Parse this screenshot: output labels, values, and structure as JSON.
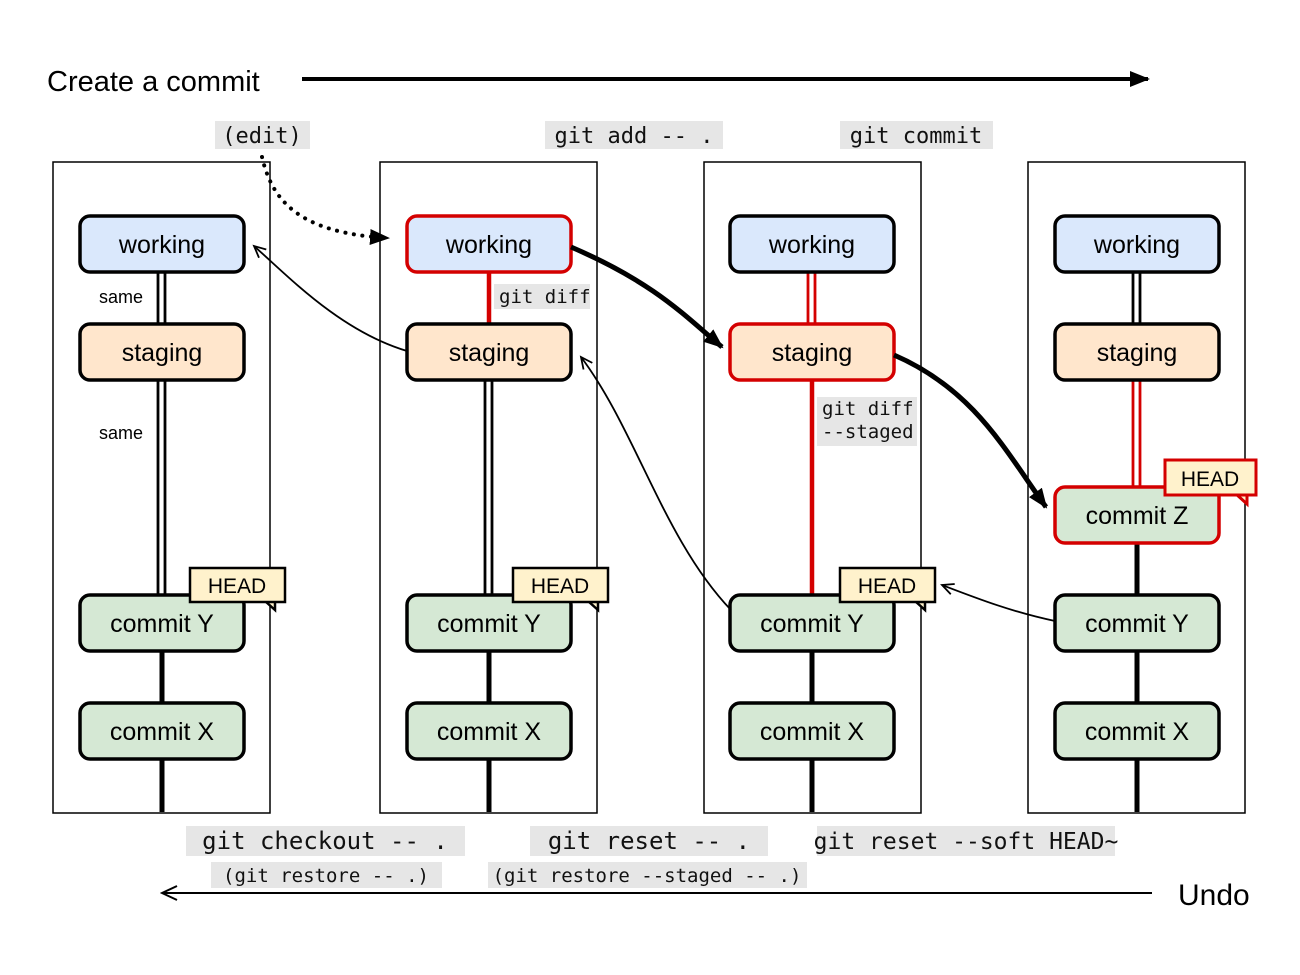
{
  "header": {
    "title": "Create a commit"
  },
  "footer": {
    "undo": "Undo"
  },
  "commands": {
    "edit": "(edit)",
    "add": "git add -- .",
    "commit": "git commit",
    "checkout": "git checkout -- .",
    "restore": "(git restore -- .)",
    "reset": "git reset -- .",
    "restore_staged": "(git restore --staged -- .)",
    "reset_soft": "git reset --soft HEAD~",
    "diff": "git diff",
    "diff_staged_1": "git diff",
    "diff_staged_2": "--staged"
  },
  "annotations": {
    "same_top": "same",
    "same_bottom": "same"
  },
  "panels": [
    {
      "working": "working",
      "staging": "staging",
      "commit_y": "commit Y",
      "commit_x": "commit X",
      "head": "HEAD"
    },
    {
      "working": "working",
      "staging": "staging",
      "commit_y": "commit Y",
      "commit_x": "commit X",
      "head": "HEAD"
    },
    {
      "working": "working",
      "staging": "staging",
      "commit_y": "commit Y",
      "commit_x": "commit X",
      "head": "HEAD"
    },
    {
      "working": "working",
      "staging": "staging",
      "commit_z": "commit Z",
      "commit_y": "commit Y",
      "commit_x": "commit X",
      "head": "HEAD"
    }
  ],
  "colors": {
    "working_fill": "#dae8fc",
    "staging_fill": "#ffe6cc",
    "commit_fill": "#d5e8d4",
    "head_note_fill": "#fff2cc",
    "command_label_bg": "#e6e6e6",
    "highlight_red": "#d40000",
    "line_black": "#000000"
  }
}
